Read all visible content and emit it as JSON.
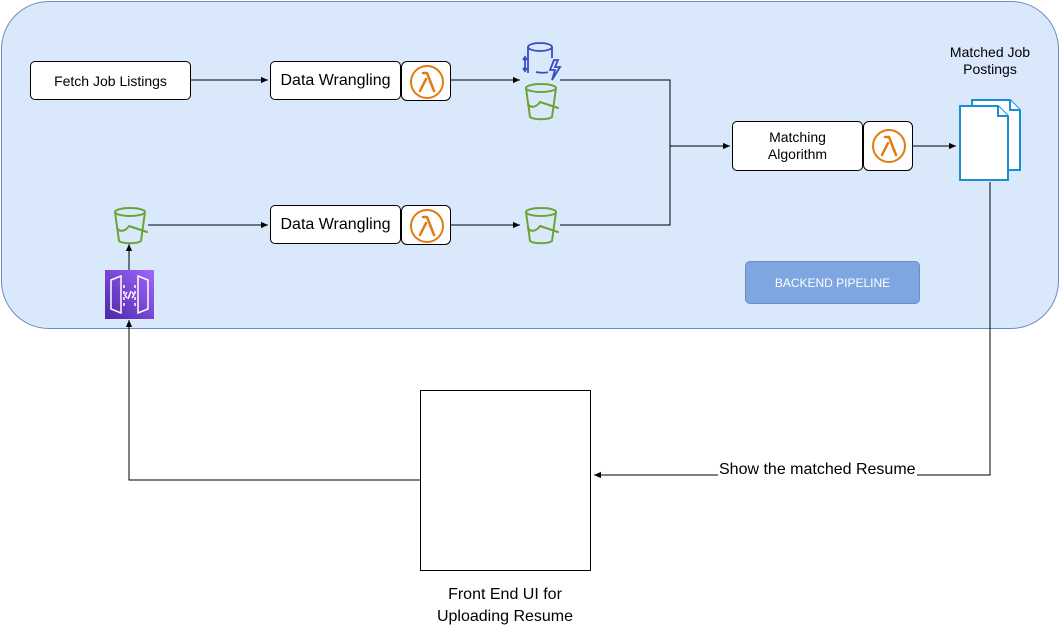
{
  "nodes": {
    "fetch_job_listings": "Fetch Job Listings",
    "data_wrangling_top": "Data Wrangling",
    "data_wrangling_bottom": "Data Wrangling",
    "matching_algorithm": "Matching Algorithm",
    "matched_job_postings": "Matched Job Postings",
    "backend_pipeline": "BACKEND PIPELINE",
    "front_end_ui": "Front End UI for Uploading Resume"
  },
  "edges": {
    "show_matched": "Show the matched Resume"
  },
  "icons": {
    "lambda": "aws-lambda-icon",
    "s3": "s3-bucket-icon",
    "database": "database-sync-icon",
    "api_gateway": "api-gateway-icon",
    "documents": "documents-icon"
  },
  "colors": {
    "container_fill": "#dae8fc",
    "container_stroke": "#6c8ebf",
    "lambda_orange": "#e07b0e",
    "s3_green": "#6aa532",
    "db_blue": "#3b4bc4",
    "doc_blue": "#1a8fd6",
    "api_purple": "#5c3bb3",
    "pipeline_button": "#7ea6e0"
  }
}
